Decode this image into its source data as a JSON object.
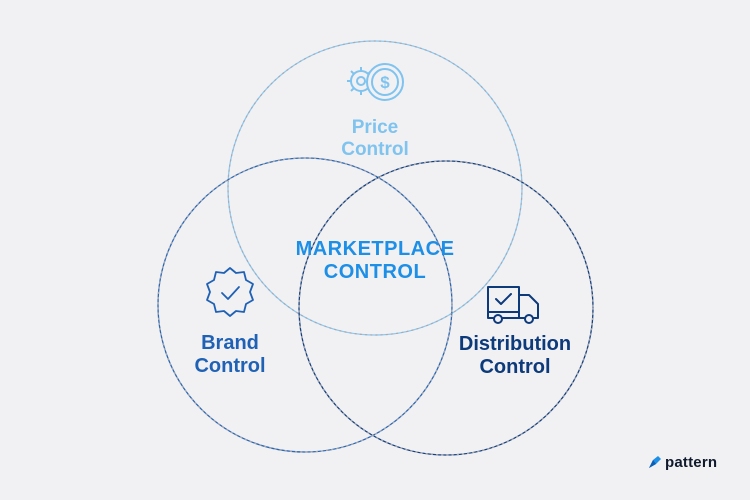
{
  "diagram": {
    "center": {
      "line1": "MARKETPLACE",
      "line2": "CONTROL"
    },
    "circles": [
      {
        "line1": "Price",
        "line2": "Control",
        "icon": "coin-gear-icon",
        "color": "#7fc3ef"
      },
      {
        "line1": "Brand",
        "line2": "Control",
        "icon": "verified-badge-icon",
        "color": "#1f62b5"
      },
      {
        "line1": "Distribution",
        "line2": "Control",
        "icon": "delivery-truck-icon",
        "color": "#0d3a7a"
      }
    ]
  },
  "logo": {
    "text": "pattern",
    "icon": "pattern-logo-icon",
    "color": "#1d8fe6"
  },
  "colors": {
    "background": "#f1f1f4",
    "accent": "#1d8fe6",
    "dotted_line": "#a9a9b2"
  }
}
